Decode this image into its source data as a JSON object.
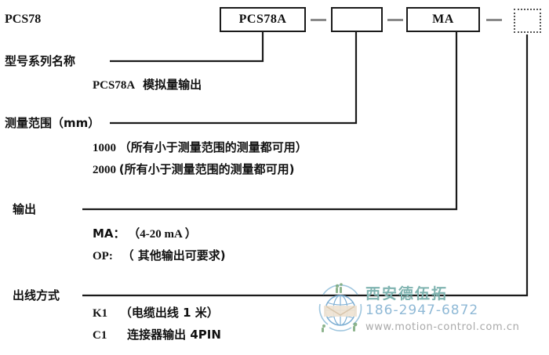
{
  "diagram": {
    "model_prefix": "PCS78",
    "code_boxes": [
      {
        "name": "series-box",
        "value": "PCS78A",
        "style": "solid"
      },
      {
        "name": "range-box",
        "value": "",
        "style": "solid"
      },
      {
        "name": "output-box",
        "value": "MA",
        "style": "solid"
      },
      {
        "name": "cable-box",
        "value": "",
        "style": "dashed"
      }
    ],
    "separator": "—",
    "rows": [
      {
        "key": "series",
        "label": "型号系列名称",
        "options": [
          {
            "code": "PCS78A",
            "desc": "模拟量输出"
          }
        ]
      },
      {
        "key": "range",
        "label": "测量范围（mm）",
        "options": [
          {
            "code": "1000",
            "desc": "（所有小于测量范围的测量都可用）"
          },
          {
            "code": "2000",
            "desc": "(所有小于测量范围的测量都可用)"
          }
        ]
      },
      {
        "key": "output",
        "label": "输出",
        "options": [
          {
            "code": "MA：",
            "desc": "（4-20 mA ）"
          },
          {
            "code": "OP:",
            "desc": "（ 其他输出可要求)"
          }
        ]
      },
      {
        "key": "cable",
        "label": "出线方式",
        "options": [
          {
            "code": "K1",
            "desc": "（电缆出线 1 米）"
          },
          {
            "code": "C1",
            "desc": "连接器输出 4PIN"
          }
        ]
      }
    ]
  },
  "watermark": {
    "company": "西安德伍拓",
    "phone": "186-2947-6872",
    "website": "www.motion-control.com.cn",
    "logo_icon": "globe-logo-icon",
    "company_color": "#7fb3b0",
    "phone_color": "#8fb9d6",
    "website_color": "#a9a9a9"
  },
  "colors": {
    "line": "#1a1a1a",
    "separator": "#8a8a8a",
    "text": "#111111"
  }
}
